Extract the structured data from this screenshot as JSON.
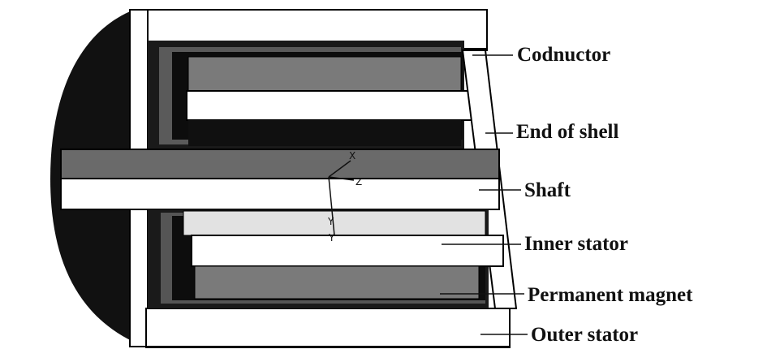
{
  "diagram": {
    "labels": {
      "conductor": "Codnuctor",
      "end_of_shell": "End of shell",
      "shaft": "Shaft",
      "inner_stator": "Inner stator",
      "permanent_magnet": "Permanent magnet",
      "outer_stator": "Outer stator"
    },
    "axes": {
      "x": "X",
      "y": "Y",
      "z": "Z"
    },
    "colors": {
      "background": "#ffffff",
      "dark_fill": "#111111",
      "mid_gray": "#6e6e6e",
      "light_gray": "#dcdcdc",
      "outline": "#000000"
    }
  }
}
